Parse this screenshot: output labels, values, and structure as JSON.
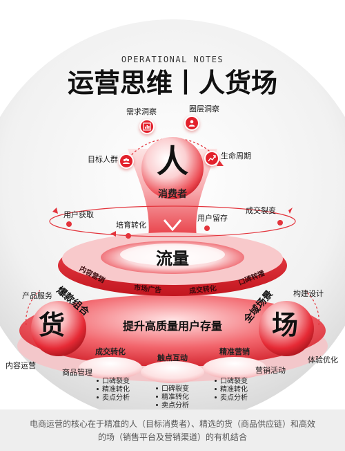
{
  "header": {
    "subtitle": "OPERATIONAL NOTES",
    "title": "运营思维丨人货场"
  },
  "ren": {
    "char": "人",
    "label": "消费者",
    "orbit": [
      "需求洞察",
      "圈层洞察",
      "目标人群",
      "生命周期"
    ],
    "icons": [
      "chart-icon",
      "people-icon",
      "group-icon",
      "growth-icon"
    ]
  },
  "flow": {
    "steps": [
      "用户获取",
      "培育转化",
      "用户留存",
      "成交裂变"
    ],
    "core": "流量",
    "ring": [
      "内容营销",
      "市场广告",
      "成交转化",
      "口碑转播"
    ]
  },
  "huo": {
    "char": "货",
    "arc": "爆款组合",
    "around": [
      "产品服务",
      "内容运营",
      "商品管理"
    ]
  },
  "chang": {
    "char": "场",
    "arc": "全域场景",
    "around": [
      "构建设计",
      "体验优化",
      "营销活动"
    ]
  },
  "base": {
    "center": "提升高质量用户存量",
    "pills": [
      "成交转化",
      "触点互动",
      "精准营销"
    ],
    "bullets": [
      "口碑裂变",
      "精准转化",
      "卖点分析"
    ]
  },
  "footer": "电商运营的核心在于精准的人（目标消费者）、精选的货（商品供应链）和高效的场（销售平台及营销渠道）的有机结合",
  "colors": {
    "accent": "#d81f2a",
    "bright": "#f0303c",
    "dark": "#8a0f16",
    "footer": "#555555"
  }
}
